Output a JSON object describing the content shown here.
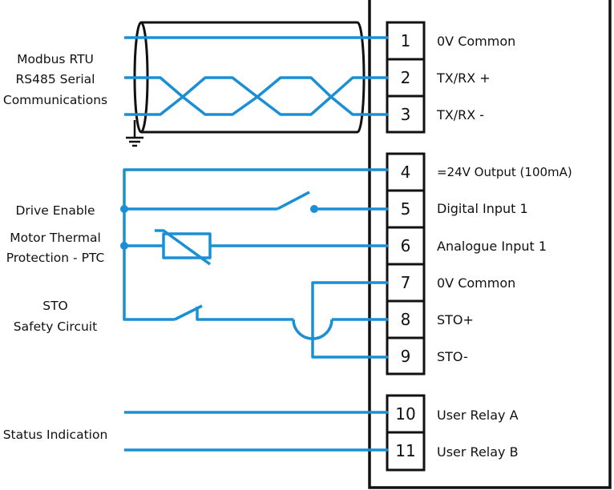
{
  "colors": {
    "wire": "#1a8fd6",
    "outline": "#111111",
    "background": "#ffffff"
  },
  "left_labels": {
    "modbus": [
      "Modbus RTU",
      "RS485 Serial",
      "Communications"
    ],
    "drive_enable": "Drive Enable",
    "ptc": [
      "Motor Thermal",
      "Protection -  PTC"
    ],
    "sto": [
      "STO",
      "Safety Circuit"
    ],
    "status": "Status Indication"
  },
  "terminals": [
    {
      "number": "1",
      "label": "0V Common"
    },
    {
      "number": "2",
      "label": "TX/RX +"
    },
    {
      "number": "3",
      "label": "TX/RX -"
    },
    {
      "number": "4",
      "label": "=24V Output (100mA)"
    },
    {
      "number": "5",
      "label": "Digital Input 1"
    },
    {
      "number": "6",
      "label": "Analogue Input 1"
    },
    {
      "number": "7",
      "label": "0V Common"
    },
    {
      "number": "8",
      "label": "STO+"
    },
    {
      "number": "9",
      "label": "STO-"
    },
    {
      "number": "10",
      "label": "User Relay A"
    },
    {
      "number": "11",
      "label": "User Relay B"
    }
  ],
  "icons": {
    "ground": "ground-icon",
    "switch": "switch-icon",
    "thermistor": "thermistor-icon"
  }
}
